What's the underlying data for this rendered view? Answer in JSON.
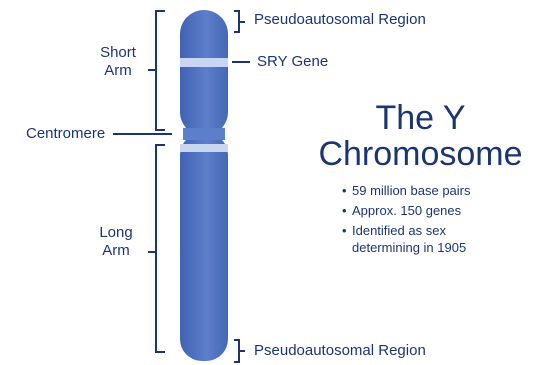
{
  "labels": {
    "pseudo_top": "Pseudoautosomal Region",
    "sry_gene": "SRY Gene",
    "short_arm": [
      "Short",
      "Arm"
    ],
    "centromere": "Centromere",
    "long_arm": [
      "Long",
      "Arm"
    ],
    "pseudo_bottom": "Pseudoautosomal Region"
  },
  "title": [
    "The Y",
    "Chromosome"
  ],
  "facts": [
    [
      "59 million base pairs"
    ],
    [
      "Approx. 150 genes"
    ],
    [
      "Identified as sex",
      "determining in 1905"
    ]
  ],
  "colors": {
    "chromosome": "#4a6fbd",
    "chromosome_light": "#6f90d6",
    "band": "#c9d6f1",
    "ink": "#1b3572"
  }
}
